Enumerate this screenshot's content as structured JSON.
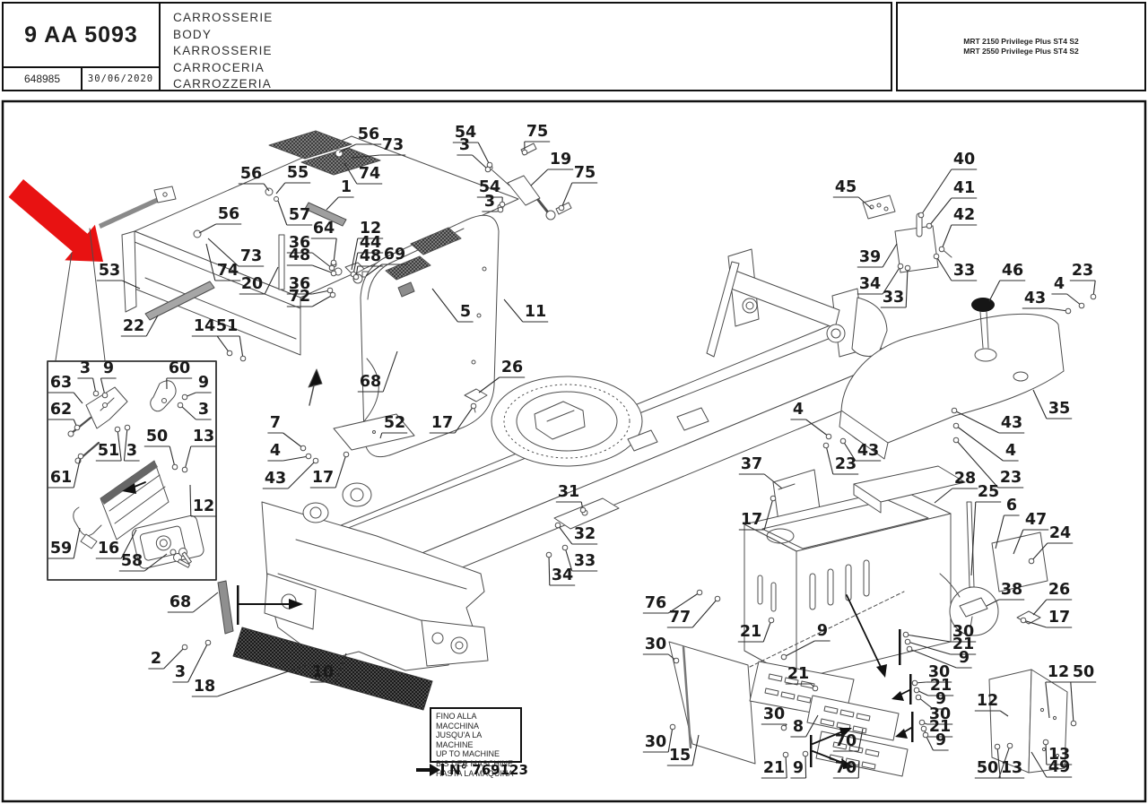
{
  "header": {
    "part_code": "9 AA 5093",
    "doc_number": "648985",
    "date": "30/06/2020",
    "title_lines": [
      "CARROSSERIE",
      "BODY",
      "KARROSSERIE",
      "CARROCERIA",
      "CARROZZERIA"
    ],
    "models": [
      "MRT 2150 Privilege Plus ST4 S2",
      "MRT 2550 Privilege Plus ST4 S2"
    ]
  },
  "note_box": {
    "lines": [
      "FINO ALLA MACCHINA",
      "JUSQU'A LA MACHINE",
      "UP TO MACHINE",
      "BIS DER MASCHINE",
      "HASTA LA MAQUINA"
    ],
    "serial": "N° 769123"
  },
  "colors": {
    "highlight_arrow": "#e81212",
    "line": "#4d4d4d",
    "leader": "#2e2e2e"
  },
  "callouts": [
    [
      "56",
      411,
      151,
      378,
      170
    ],
    [
      "73",
      438,
      163,
      392,
      176
    ],
    [
      "74",
      412,
      195,
      384,
      182
    ],
    [
      "56",
      280,
      195,
      300,
      213
    ],
    [
      "55",
      332,
      194,
      308,
      216
    ],
    [
      "1",
      386,
      210,
      364,
      234
    ],
    [
      "57",
      334,
      241,
      310,
      224
    ],
    [
      "56",
      255,
      240,
      222,
      260
    ],
    [
      "73",
      280,
      287,
      232,
      266
    ],
    [
      "74",
      254,
      303,
      230,
      272
    ],
    [
      "53",
      122,
      303,
      156,
      322
    ],
    [
      "20",
      281,
      318,
      310,
      298
    ],
    [
      "22",
      149,
      365,
      176,
      352
    ],
    [
      "14",
      228,
      365,
      256,
      394
    ],
    [
      "51",
      253,
      365,
      271,
      400
    ],
    [
      "64",
      361,
      256,
      372,
      293
    ],
    [
      "12",
      413,
      256,
      392,
      301
    ],
    [
      "44",
      413,
      272,
      394,
      306
    ],
    [
      "36",
      334,
      272,
      370,
      299
    ],
    [
      "48",
      334,
      286,
      372,
      305
    ],
    [
      "48",
      413,
      287,
      397,
      309
    ],
    [
      "69",
      440,
      285,
      408,
      308
    ],
    [
      "36",
      334,
      318,
      368,
      324
    ],
    [
      "72",
      334,
      332,
      371,
      329
    ],
    [
      "54",
      519,
      149,
      546,
      184
    ],
    [
      "3",
      518,
      163,
      544,
      189
    ],
    [
      "75",
      599,
      148,
      585,
      170
    ],
    [
      "19",
      625,
      179,
      592,
      207
    ],
    [
      "75",
      652,
      194,
      626,
      232
    ],
    [
      "54",
      546,
      210,
      560,
      228
    ],
    [
      "3",
      546,
      226,
      558,
      234
    ],
    [
      "5",
      519,
      349,
      482,
      322
    ],
    [
      "11",
      597,
      349,
      562,
      334
    ],
    [
      "45",
      943,
      210,
      972,
      233
    ],
    [
      "40",
      1075,
      179,
      1027,
      240
    ],
    [
      "41",
      1075,
      211,
      1036,
      252
    ],
    [
      "42",
      1075,
      241,
      1050,
      278
    ],
    [
      "39",
      970,
      288,
      1000,
      272
    ],
    [
      "33",
      1075,
      303,
      1044,
      286
    ],
    [
      "34",
      970,
      318,
      1004,
      297
    ],
    [
      "33",
      996,
      333,
      1012,
      299
    ],
    [
      "46",
      1129,
      303,
      1103,
      336
    ],
    [
      "23",
      1207,
      303,
      1219,
      331
    ],
    [
      "4",
      1181,
      318,
      1206,
      341
    ],
    [
      "43",
      1154,
      334,
      1191,
      347
    ],
    [
      "35",
      1181,
      457,
      1152,
      435
    ],
    [
      "43",
      1128,
      473,
      1064,
      458
    ],
    [
      "4",
      1127,
      504,
      1066,
      475
    ],
    [
      "23",
      1127,
      534,
      1066,
      491
    ],
    [
      "4",
      890,
      458,
      924,
      487
    ],
    [
      "43",
      968,
      504,
      940,
      492
    ],
    [
      "23",
      943,
      519,
      921,
      497
    ],
    [
      "28",
      1076,
      535,
      1042,
      561
    ],
    [
      "25",
      1102,
      550,
      1083,
      642
    ],
    [
      "6",
      1128,
      565,
      1110,
      612
    ],
    [
      "47",
      1155,
      581,
      1130,
      618
    ],
    [
      "24",
      1182,
      596,
      1150,
      626
    ],
    [
      "37",
      838,
      519,
      872,
      545
    ],
    [
      "17",
      838,
      581,
      862,
      556
    ],
    [
      "38",
      1128,
      659,
      1100,
      676
    ],
    [
      "26",
      1181,
      659,
      1152,
      686
    ],
    [
      "17",
      1181,
      690,
      1141,
      692
    ],
    [
      "68",
      413,
      427,
      443,
      392
    ],
    [
      "26",
      571,
      411,
      534,
      438
    ],
    [
      "17",
      493,
      473,
      528,
      453
    ],
    [
      "7",
      307,
      473,
      338,
      500
    ],
    [
      "4",
      307,
      504,
      344,
      509
    ],
    [
      "43",
      307,
      535,
      352,
      514
    ],
    [
      "17",
      360,
      534,
      386,
      507
    ],
    [
      "52",
      440,
      473,
      424,
      489
    ],
    [
      "31",
      634,
      550,
      650,
      569
    ],
    [
      "32",
      652,
      597,
      622,
      586
    ],
    [
      "33",
      652,
      627,
      630,
      611
    ],
    [
      "34",
      627,
      643,
      612,
      619
    ],
    [
      "68",
      201,
      673,
      243,
      661
    ],
    [
      "2",
      174,
      736,
      206,
      722
    ],
    [
      "3",
      201,
      751,
      232,
      717
    ],
    [
      "18",
      228,
      767,
      344,
      741
    ],
    [
      "10",
      360,
      751,
      386,
      729
    ],
    [
      "76",
      731,
      674,
      780,
      661
    ],
    [
      "77",
      758,
      690,
      800,
      668
    ],
    [
      "30",
      731,
      720,
      754,
      737
    ],
    [
      "30",
      731,
      829,
      750,
      811
    ],
    [
      "15",
      758,
      844,
      779,
      820
    ],
    [
      "21",
      837,
      706,
      860,
      692
    ],
    [
      "9",
      917,
      705,
      874,
      733
    ],
    [
      "21",
      890,
      753,
      909,
      768
    ],
    [
      "30",
      1074,
      706,
      1010,
      708
    ],
    [
      "21",
      1074,
      720,
      1012,
      716
    ],
    [
      "9",
      1075,
      735,
      1014,
      724
    ],
    [
      "30",
      1047,
      751,
      1020,
      762
    ],
    [
      "21",
      1049,
      766,
      1022,
      770
    ],
    [
      "9",
      1049,
      781,
      1024,
      778
    ],
    [
      "30",
      1048,
      798,
      1028,
      806
    ],
    [
      "21",
      1048,
      812,
      1030,
      813
    ],
    [
      "9",
      1049,
      827,
      1032,
      820
    ],
    [
      "30",
      863,
      798,
      874,
      812
    ],
    [
      "8",
      890,
      812,
      912,
      798
    ],
    [
      "70",
      943,
      828,
      962,
      813
    ],
    [
      "21",
      863,
      858,
      876,
      842
    ],
    [
      "9",
      890,
      858,
      898,
      841
    ],
    [
      "70",
      943,
      858,
      958,
      849
    ],
    [
      "12",
      1101,
      783,
      1124,
      799
    ],
    [
      "12",
      1180,
      751,
      1170,
      801
    ],
    [
      "50",
      1208,
      751,
      1197,
      807
    ],
    [
      "13",
      1181,
      843,
      1166,
      828
    ],
    [
      "49",
      1181,
      857,
      1150,
      839
    ],
    [
      "50",
      1101,
      858,
      1112,
      833
    ],
    [
      "13",
      1128,
      858,
      1126,
      832
    ],
    [
      "3",
      95,
      412,
      107,
      439
    ],
    [
      "9",
      121,
      412,
      117,
      441
    ],
    [
      "60",
      200,
      412,
      186,
      434
    ],
    [
      "63",
      68,
      428,
      92,
      450
    ],
    [
      "9",
      227,
      428,
      206,
      443
    ],
    [
      "3",
      227,
      458,
      201,
      452
    ],
    [
      "62",
      68,
      458,
      86,
      477
    ],
    [
      "51",
      121,
      504,
      131,
      479
    ],
    [
      "3",
      147,
      504,
      142,
      477
    ],
    [
      "50",
      175,
      488,
      195,
      521
    ],
    [
      "13",
      227,
      488,
      206,
      524
    ],
    [
      "61",
      68,
      534,
      90,
      509
    ],
    [
      "12",
      227,
      566,
      212,
      541
    ],
    [
      "59",
      68,
      613,
      89,
      589
    ],
    [
      "16",
      121,
      613,
      152,
      591
    ],
    [
      "58",
      147,
      627,
      186,
      618
    ]
  ]
}
